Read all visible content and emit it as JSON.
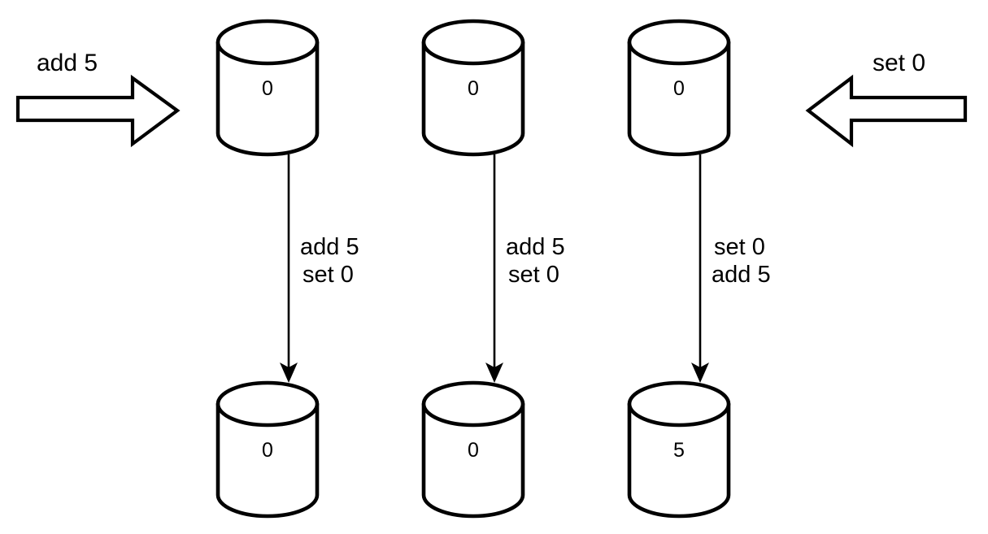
{
  "diagram": {
    "type": "replica-convergence-diagram",
    "background_color": "#ffffff",
    "line_color": "#000000",
    "external_inputs": [
      {
        "id": "input-left",
        "label": "add 5",
        "direction": "right",
        "target_column": 1
      },
      {
        "id": "input-right",
        "label": "set 0",
        "direction": "left",
        "target_column": 3
      }
    ],
    "columns": [
      {
        "id": "column-1",
        "initial": {
          "value": "0"
        },
        "operations": {
          "line1": "add 5",
          "line2": "set 0"
        },
        "final": {
          "value": "0"
        }
      },
      {
        "id": "column-2",
        "initial": {
          "value": "0"
        },
        "operations": {
          "line1": "add 5",
          "line2": "set 0"
        },
        "final": {
          "value": "0"
        }
      },
      {
        "id": "column-3",
        "initial": {
          "value": "0"
        },
        "operations": {
          "line1": "set 0",
          "line2": "add 5"
        },
        "final": {
          "value": "5"
        }
      }
    ]
  }
}
